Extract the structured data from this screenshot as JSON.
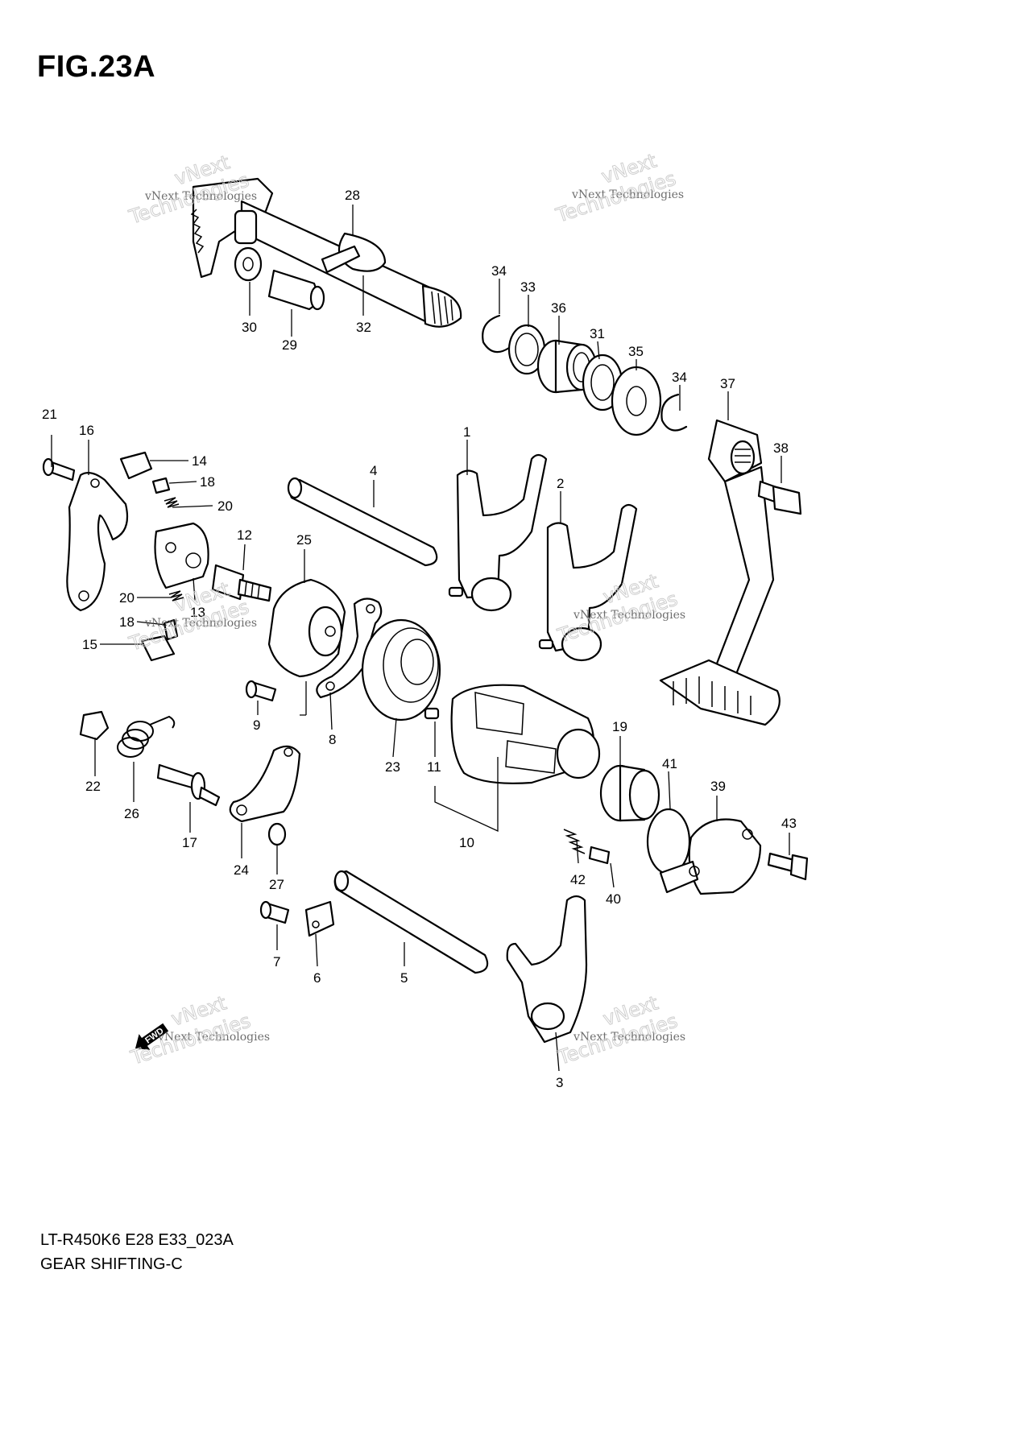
{
  "figure_title": "FIG.23A",
  "footer": {
    "model_code": "LT-R450K6 E28 E33_023A",
    "section_name": "GEAR SHIFTING-C"
  },
  "watermark": {
    "line1": "vNext Technologies",
    "line2": "vNext",
    "line3": "Technologies"
  },
  "fwd_label": "FWD",
  "part_numbers": [
    "1",
    "2",
    "3",
    "4",
    "5",
    "6",
    "7",
    "8",
    "9",
    "10",
    "11",
    "12",
    "13",
    "14",
    "15",
    "16",
    "17",
    "18",
    "18",
    "19",
    "20",
    "20",
    "21",
    "22",
    "23",
    "24",
    "25",
    "26",
    "27",
    "28",
    "29",
    "30",
    "31",
    "32",
    "33",
    "34",
    "34",
    "35",
    "36",
    "37",
    "38",
    "39",
    "40",
    "41",
    "42",
    "43"
  ]
}
